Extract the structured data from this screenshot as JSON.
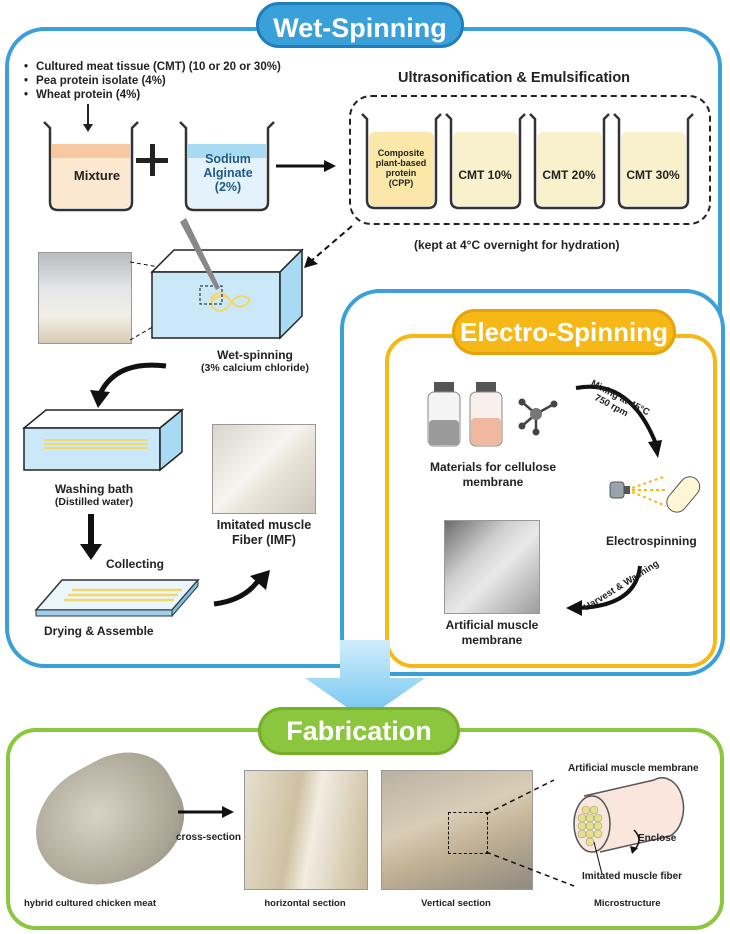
{
  "titles": {
    "wet": "Wet-Spinning",
    "electro": "Electro-Spinning",
    "fabrication": "Fabrication"
  },
  "ingredients": [
    "Cultured meat tissue (CMT) (10 or 20 or 30%)",
    "Pea protein isolate (4%)",
    "Wheat protein (4%)"
  ],
  "beakers": {
    "mixture": "Mixture",
    "alginate_line1": "Sodium",
    "alginate_line2": "Alginate",
    "alginate_line3": "(2%)"
  },
  "ultrasonification": "Ultrasonification & Emulsification",
  "cpp": {
    "line1": "Composite",
    "line2": "plant-based",
    "line3": "protein",
    "line4": "(CPP)"
  },
  "cmt_labels": [
    "CMT 10%",
    "CMT 20%",
    "CMT 30%"
  ],
  "hydration_note": "(kept at 4°C overnight for hydration)",
  "wet_spinning": {
    "label": "Wet-spinning",
    "sub": "(3% calcium chloride)"
  },
  "washing": {
    "label": "Washing bath",
    "sub": "(Distilled water)"
  },
  "imf": {
    "line1": "Imitated muscle",
    "line2": "Fiber (IMF)"
  },
  "collecting": "Collecting",
  "drying": "Drying & Assemble",
  "electro": {
    "materials_line1": "Materials for cellulose",
    "materials_line2": "membrane",
    "mixing_line1": "Mixing at 45°C",
    "mixing_line2": "750 rpm",
    "electrospinning": "Electrospinning",
    "harvest": "Harvest & Washing",
    "membrane_line1": "Artificial muscle",
    "membrane_line2": "membrane"
  },
  "fabrication": {
    "cross_section": "cross-section",
    "hybrid": "hybrid cultured chicken meat",
    "horizontal": "horizontal section",
    "vertical": "Vertical section",
    "microstructure": "Microstructure",
    "artificial_membrane": "Artificial muscle membrane",
    "enclose": "Enclose",
    "imitated_fiber": "Imitated muscle fiber"
  },
  "colors": {
    "wet": "#3aa0d9",
    "electro": "#f5b817",
    "fabrication": "#8cc63e",
    "arrow_blue": "#8fd0f2"
  }
}
